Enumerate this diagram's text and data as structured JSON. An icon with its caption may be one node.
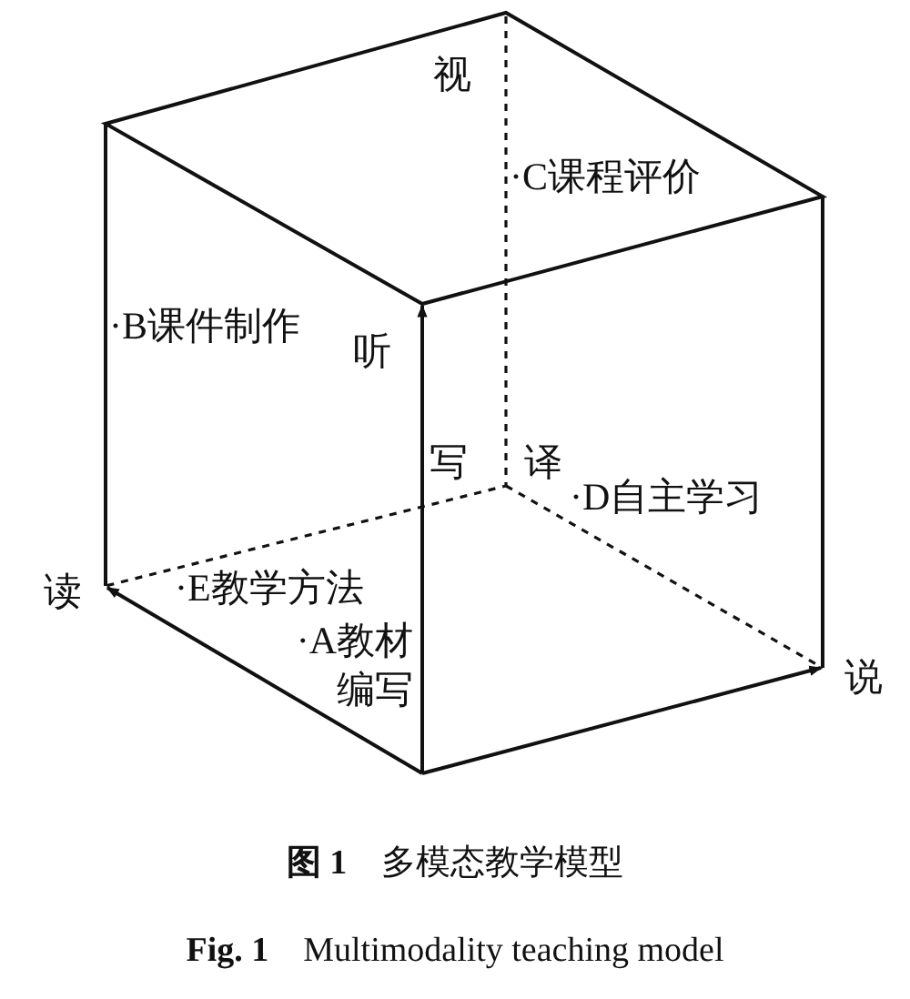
{
  "diagram": {
    "labels": [
      "视",
      "·C课程评价",
      "·B课件制作",
      "听",
      "写",
      "译",
      "·D自主学习",
      "读",
      "·E教学方法",
      "·A教材编写",
      "说",
      "**图 1**　多模态教学模型",
      "**Fig. 1**　Multimodality teaching model"
    ]
  }
}
